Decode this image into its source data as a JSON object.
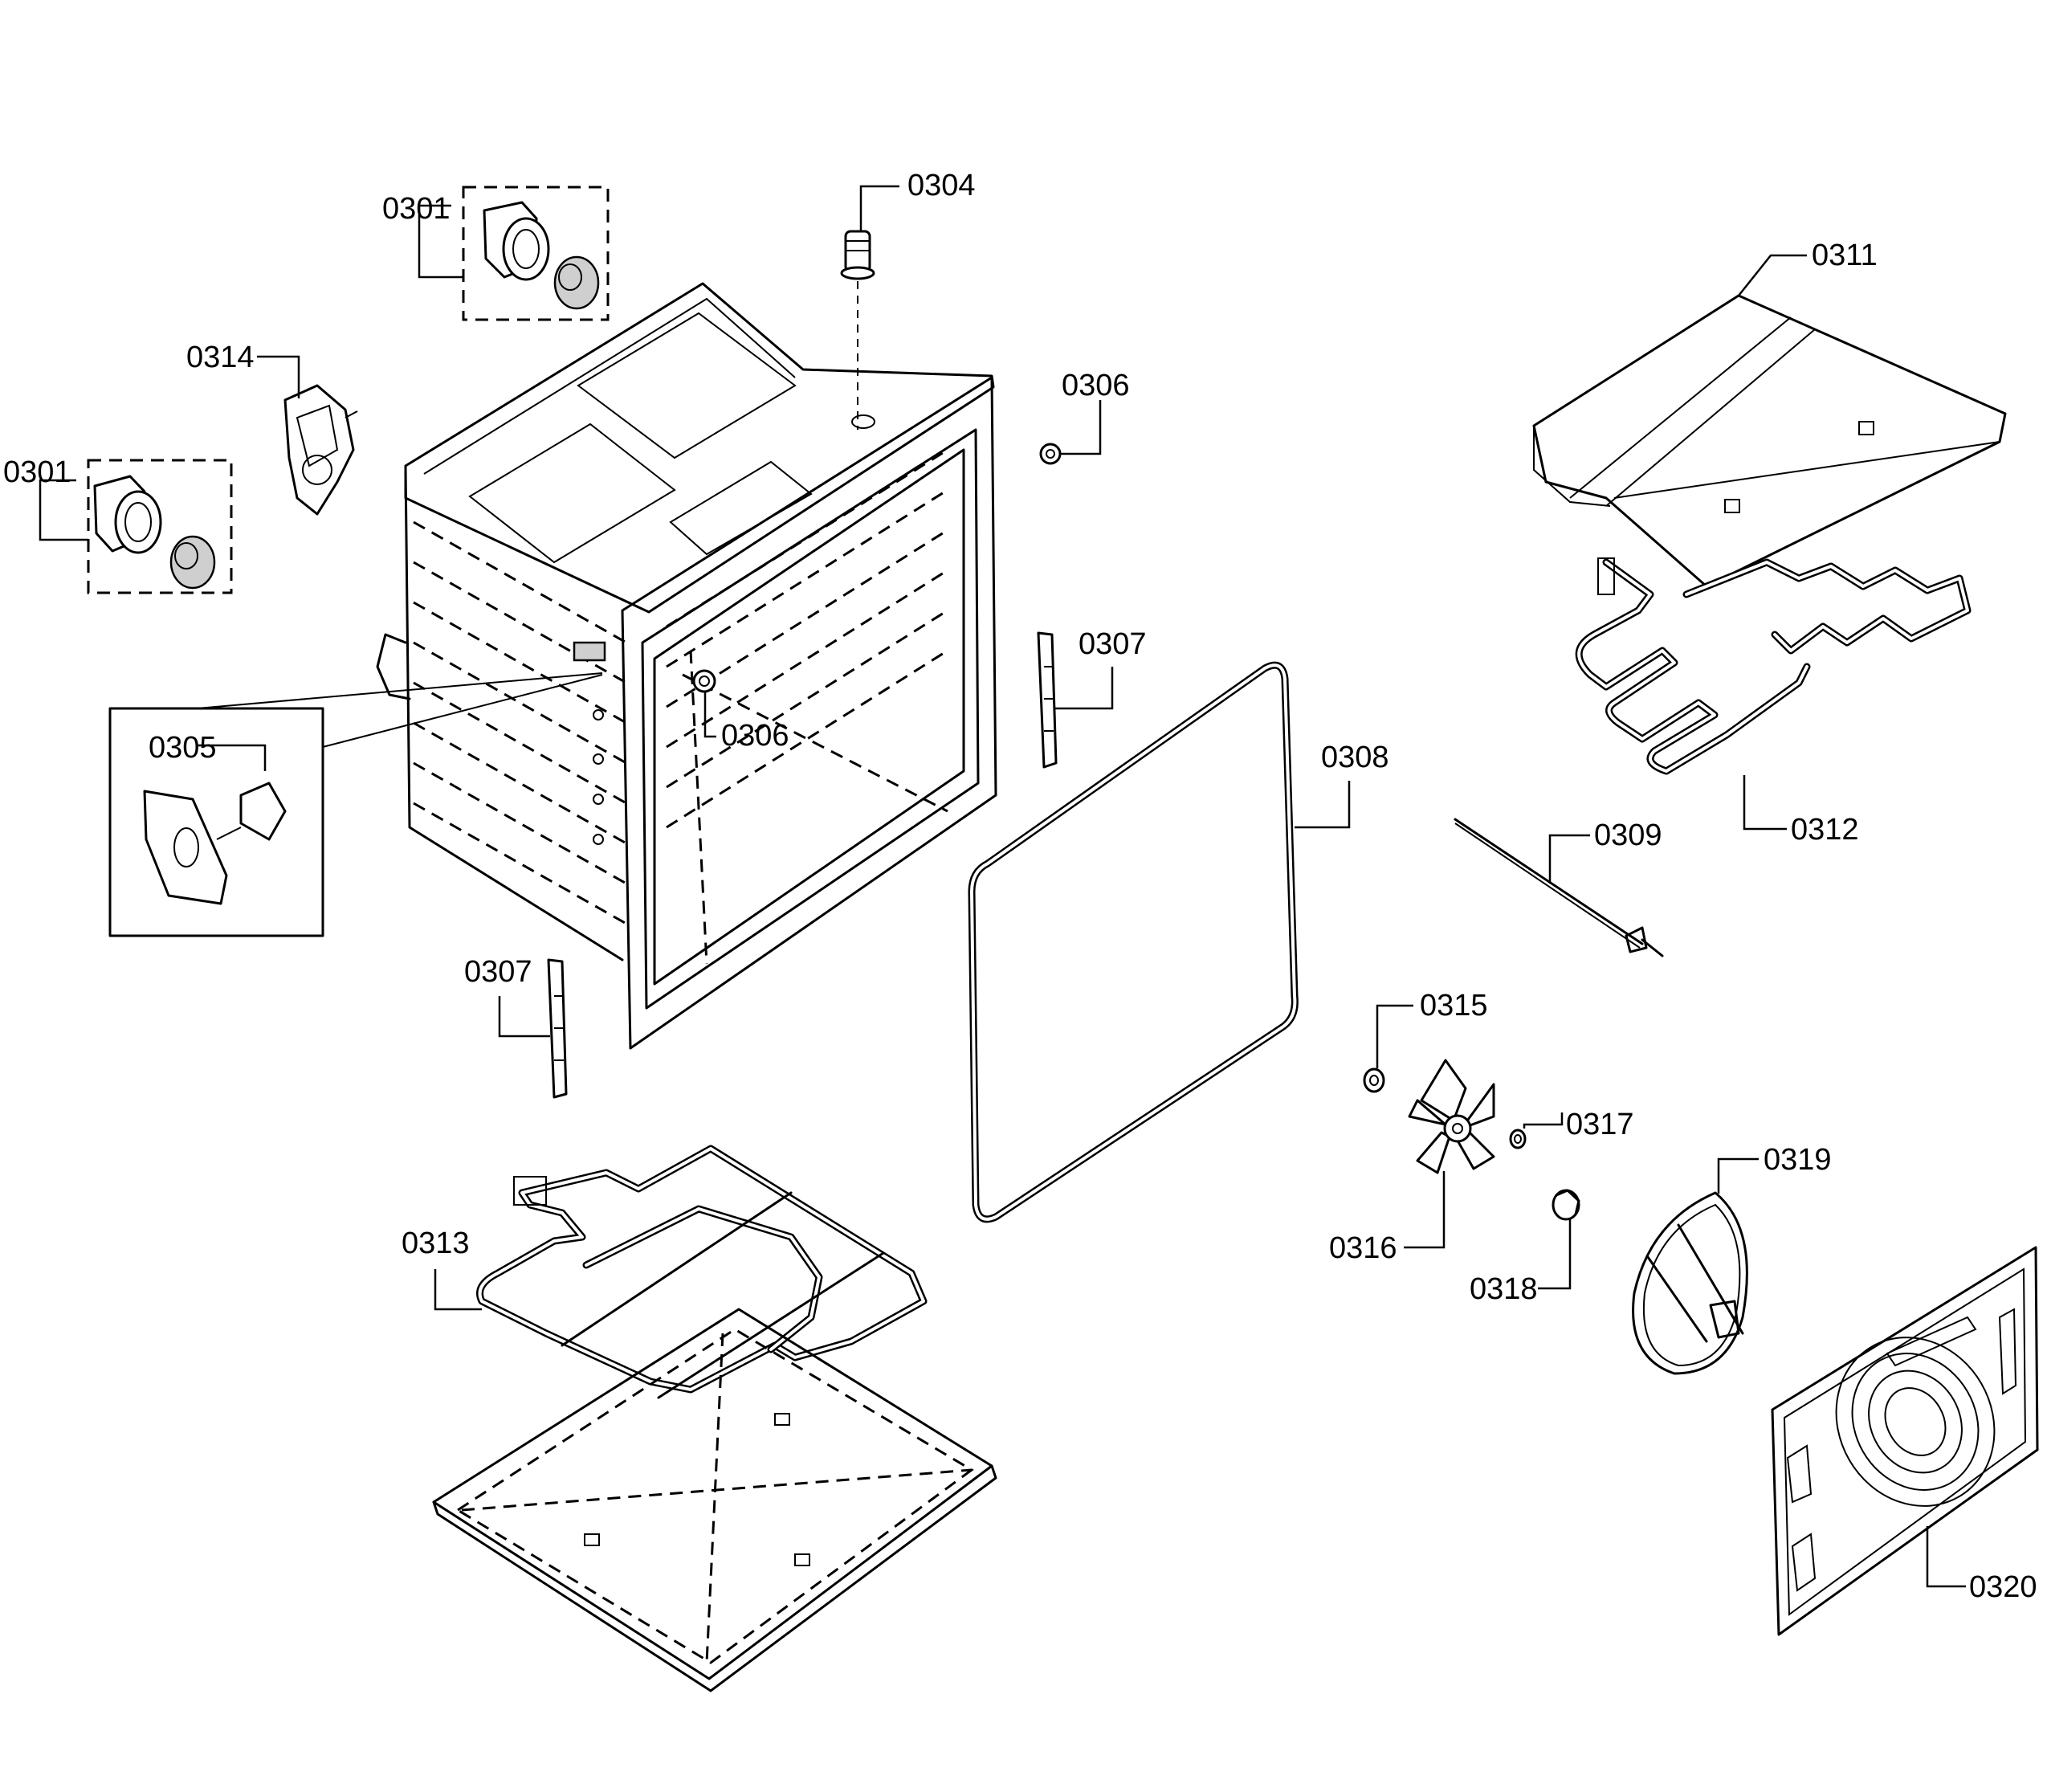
{
  "labels": {
    "l0301a": "0301",
    "l0301b": "0301",
    "l0304": "0304",
    "l0305": "0305",
    "l0306a": "0306",
    "l0306b": "0306",
    "l0307a": "0307",
    "l0307b": "0307",
    "l0308": "0308",
    "l0309": "0309",
    "l0311": "0311",
    "l0312": "0312",
    "l0313": "0313",
    "l0314": "0314",
    "l0315": "0315",
    "l0316": "0316",
    "l0317": "0317",
    "l0318": "0318",
    "l0319": "0319",
    "l0320": "0320"
  }
}
